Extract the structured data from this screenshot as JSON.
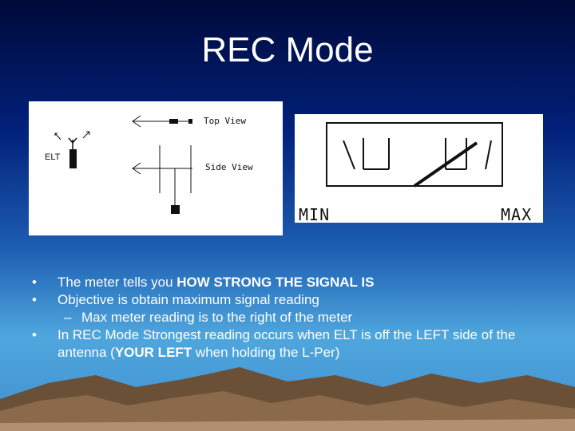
{
  "slide": {
    "title": "REC Mode"
  },
  "diagram_left": {
    "elt_label": "ELT",
    "top_view_label": "Top View",
    "side_view_label": "Side View"
  },
  "diagram_right": {
    "min_label": "MIN",
    "max_label": "MAX"
  },
  "bullets": {
    "b1_pre": "The meter tells you ",
    "b1_bold": "HOW STRONG THE SIGNAL IS",
    "b2": "Objective is obtain maximum signal reading",
    "b2_sub": "Max meter reading is to the right of the meter",
    "b3_pre": "In REC Mode Strongest reading occurs when ELT is off the LEFT side of the antenna (",
    "b3_bold": "YOUR LEFT",
    "b3_post": " when holding the L-Per)",
    "bullet_glyph": "•",
    "dash_glyph": "–"
  },
  "colors": {
    "title": "#ffffff",
    "panel_bg": "#ffffff",
    "text": "#ffffff",
    "mountain": "#8a6a4a"
  }
}
